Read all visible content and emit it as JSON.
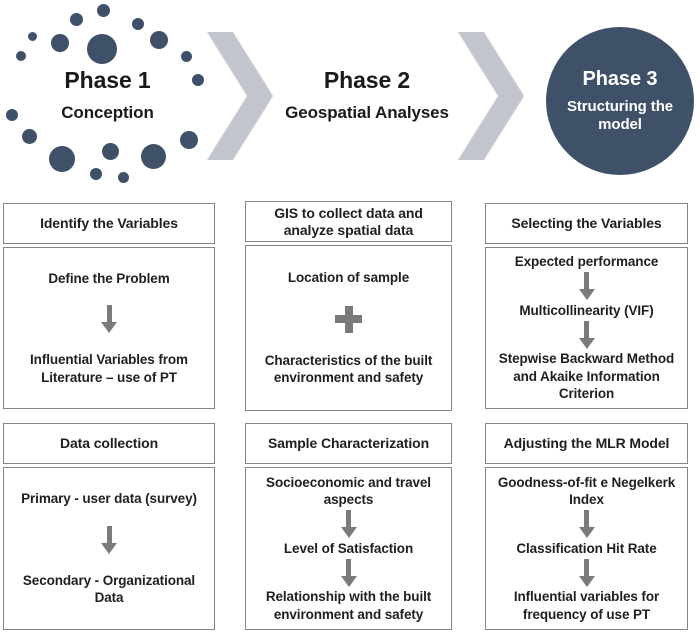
{
  "colors": {
    "primary": "#3f5168",
    "chevron": "#c3c6cc",
    "arrow": "#7a7a7a",
    "border": "#848484",
    "text": "#1f1f1f"
  },
  "icons": {
    "chevron_right": "thick right chevron shape",
    "arrow_down": "thick down arrow shape",
    "plus": "plus cross shape",
    "decoration_dots": "circle of dots around Phase 1"
  },
  "phases": [
    {
      "title": "Phase 1",
      "subtitle": "Conception"
    },
    {
      "title": "Phase 2",
      "subtitle": "Geospatial Analyses"
    },
    {
      "title": "Phase 3",
      "subtitle": "Structuring the model"
    }
  ],
  "boxes": [
    {
      "header": "Identify the Variables",
      "items": [
        {
          "type": "text",
          "text": "Define the Problem"
        },
        {
          "type": "arrow"
        },
        {
          "type": "text",
          "text": "Influential Variables from Literature – use of PT"
        }
      ]
    },
    {
      "header": "GIS to collect data and analyze spatial data",
      "items": [
        {
          "type": "text",
          "text": "Location of sample"
        },
        {
          "type": "plus"
        },
        {
          "type": "text",
          "text": "Characteristics of the built environment and safety"
        }
      ]
    },
    {
      "header": "Selecting the Variables",
      "items": [
        {
          "type": "text",
          "text": "Expected performance"
        },
        {
          "type": "arrow"
        },
        {
          "type": "text",
          "text": "Multicollinearity (VIF)"
        },
        {
          "type": "arrow"
        },
        {
          "type": "text",
          "text": "Stepwise Backward Method and Akaike Information Criterion"
        }
      ]
    },
    {
      "header": "Data collection",
      "items": [
        {
          "type": "text",
          "text": "Primary - user data (survey)"
        },
        {
          "type": "arrow"
        },
        {
          "type": "text",
          "text": "Secondary - Organizational Data"
        }
      ]
    },
    {
      "header": "Sample Characterization",
      "items": [
        {
          "type": "text",
          "text": "Socioeconomic and travel aspects"
        },
        {
          "type": "arrow"
        },
        {
          "type": "text",
          "text": "Level of Satisfaction"
        },
        {
          "type": "arrow"
        },
        {
          "type": "text",
          "text": "Relationship with the built environment and safety"
        }
      ]
    },
    {
      "header": "Adjusting the MLR Model",
      "items": [
        {
          "type": "text",
          "text": "Goodness-of-fit e Negelkerk Index"
        },
        {
          "type": "arrow"
        },
        {
          "type": "text",
          "text": "Classification Hit Rate"
        },
        {
          "type": "arrow"
        },
        {
          "type": "text",
          "text": "Influential variables for frequency of use PT"
        }
      ]
    }
  ]
}
